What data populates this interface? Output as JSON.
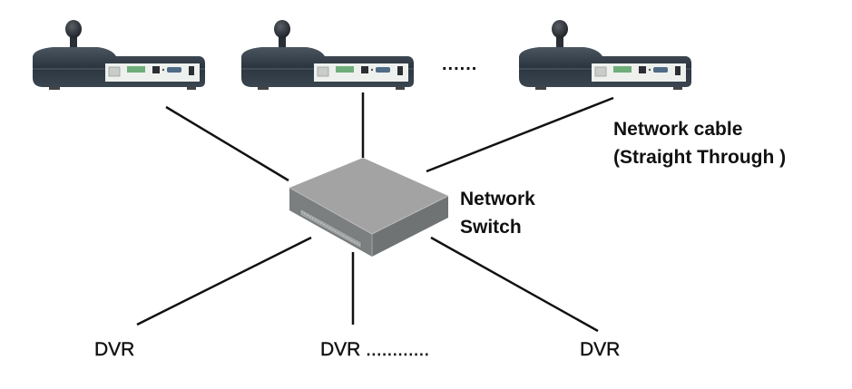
{
  "diagram": {
    "title": "Keyboard network connection diagram",
    "nodes": {
      "keyboards": [
        {
          "id": "keyboard-1",
          "type": "PTZ control keyboard"
        },
        {
          "id": "keyboard-2",
          "type": "PTZ control keyboard"
        },
        {
          "id": "keyboard-3",
          "type": "PTZ control keyboard"
        }
      ],
      "keyboards_more": "......",
      "switch": {
        "label_line1": "Network",
        "label_line2": "Switch"
      },
      "dvrs": [
        {
          "id": "dvr-1",
          "label": "DVR"
        },
        {
          "id": "dvr-2",
          "label": "DVR ............"
        },
        {
          "id": "dvr-3",
          "label": "DVR"
        }
      ]
    },
    "cable_label": {
      "line1": "Network cable",
      "line2": "(Straight Through )"
    },
    "edges": [
      {
        "from": "keyboard-1",
        "to": "switch"
      },
      {
        "from": "keyboard-2",
        "to": "switch"
      },
      {
        "from": "keyboard-3",
        "to": "switch"
      },
      {
        "from": "switch",
        "to": "dvr-1"
      },
      {
        "from": "switch",
        "to": "dvr-2"
      },
      {
        "from": "switch",
        "to": "dvr-3"
      }
    ],
    "colors": {
      "line": "#111111",
      "switch_top": "#a3a3a3",
      "switch_front": "#7c7f80",
      "switch_side": "#6f7374",
      "keyboard_body": "#2f3a44",
      "keyboard_panel": "#eef0ee",
      "terminal_green": "#6fae7a"
    }
  }
}
